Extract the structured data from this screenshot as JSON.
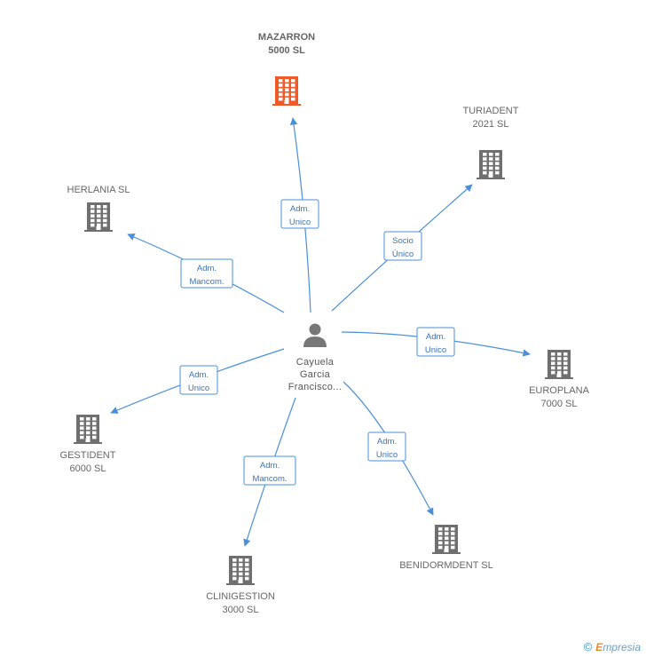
{
  "center": {
    "name_lines": [
      "Cayuela",
      "Garcia",
      "Francisco..."
    ],
    "icon": "person-icon"
  },
  "companies": [
    {
      "id": "mazarron",
      "lines": [
        "MAZARRON",
        "5000 SL"
      ],
      "highlight": true,
      "color": "#f05a28",
      "icon": "building-icon"
    },
    {
      "id": "turiadent",
      "lines": [
        "TURIADENT",
        "2021 SL"
      ],
      "highlight": false,
      "color": "#6f6f6f",
      "icon": "building-icon"
    },
    {
      "id": "herlania",
      "lines": [
        "HERLANIA SL"
      ],
      "highlight": false,
      "color": "#6f6f6f",
      "icon": "building-icon"
    },
    {
      "id": "europlana",
      "lines": [
        "EUROPLANA",
        "7000 SL"
      ],
      "highlight": false,
      "color": "#6f6f6f",
      "icon": "building-icon"
    },
    {
      "id": "gestident",
      "lines": [
        "GESTIDENT",
        "6000 SL"
      ],
      "highlight": false,
      "color": "#6f6f6f",
      "icon": "building-icon"
    },
    {
      "id": "benidormdent",
      "lines": [
        "BENIDORMDENT SL"
      ],
      "highlight": false,
      "color": "#6f6f6f",
      "icon": "building-icon"
    },
    {
      "id": "clinigestion",
      "lines": [
        "CLINIGESTION",
        "3000 SL"
      ],
      "highlight": false,
      "color": "#6f6f6f",
      "icon": "building-icon"
    }
  ],
  "relations": [
    {
      "target": "mazarron",
      "lines": [
        "Adm.",
        "Unico"
      ]
    },
    {
      "target": "turiadent",
      "lines": [
        "Socio",
        "Único"
      ]
    },
    {
      "target": "herlania",
      "lines": [
        "Adm.",
        "Mancom."
      ]
    },
    {
      "target": "europlana",
      "lines": [
        "Adm.",
        "Unico"
      ]
    },
    {
      "target": "gestident",
      "lines": [
        "Adm.",
        "Unico"
      ]
    },
    {
      "target": "benidormdent",
      "lines": [
        "Adm.",
        "Unico"
      ]
    },
    {
      "target": "clinigestion",
      "lines": [
        "Adm.",
        "Mancom."
      ]
    }
  ],
  "colors": {
    "edge": "#4a90d9",
    "person": "#777777"
  },
  "footer": {
    "copyright": "©",
    "brand_initial": "E",
    "brand_rest": "mpresia"
  }
}
